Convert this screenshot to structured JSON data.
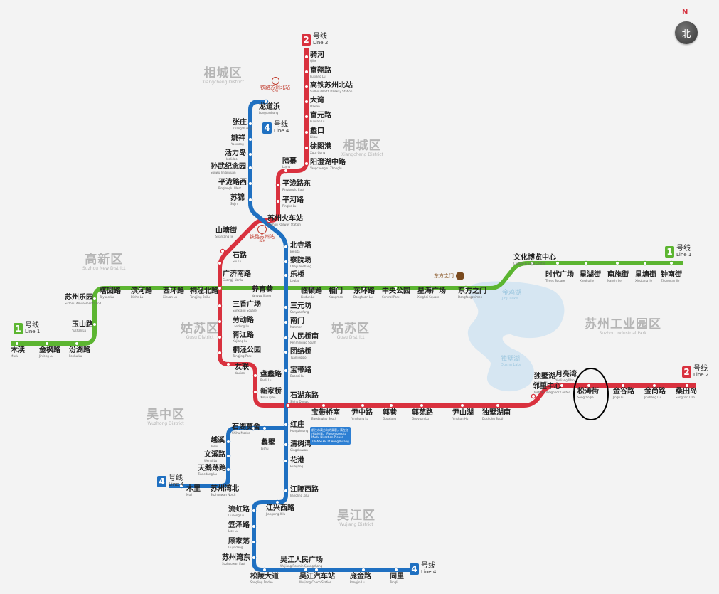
{
  "compass": {
    "n": "N",
    "label": "北"
  },
  "districts": [
    {
      "cn": "相城区",
      "en": "Xiangcheng District"
    },
    {
      "cn": "相城区",
      "en": "Xiangcheng District"
    },
    {
      "cn": "高新区",
      "en": "Suzhou New District"
    },
    {
      "cn": "姑苏区",
      "en": "Gusu District"
    },
    {
      "cn": "姑苏区",
      "en": "Gusu District"
    },
    {
      "cn": "苏州工业园区",
      "en": "Suzhou Industrial Park"
    },
    {
      "cn": "吴中区",
      "en": "Wuzhong District"
    },
    {
      "cn": "吴江区",
      "en": "Wujiang District"
    }
  ],
  "lakes": [
    {
      "cn": "金鸡湖",
      "en": "Jinji Lake"
    },
    {
      "cn": "独墅湖",
      "en": "Dushu Lake"
    }
  ],
  "line_colors": {
    "line1": "#5cb531",
    "line2": "#d9313e",
    "line4": "#1f70c1"
  },
  "line_labels": [
    {
      "num": "2",
      "cn": "号线",
      "en": "Line 2",
      "color": "#d9313e"
    },
    {
      "num": "4",
      "cn": "号线",
      "en": "Line 4",
      "color": "#1f70c1"
    },
    {
      "num": "1",
      "cn": "号线",
      "en": "Line 1",
      "color": "#5cb531"
    },
    {
      "num": "1",
      "cn": "号线",
      "en": "Line 1",
      "color": "#5cb531"
    },
    {
      "num": "2",
      "cn": "号线",
      "en": "Line 2",
      "color": "#d9313e"
    },
    {
      "num": "4",
      "cn": "号线",
      "en": "Line 4",
      "color": "#1f70c1"
    },
    {
      "num": "4",
      "cn": "号线",
      "en": "Line 4",
      "color": "#1f70c1"
    }
  ],
  "pois": [
    {
      "cn": "铁路苏州北站",
      "en": "SZB"
    },
    {
      "cn": "铁路苏州站",
      "en": "SZH"
    },
    {
      "cn": "东方之门",
      "en": "Oriental Gate"
    }
  ],
  "note": "前往木渎方向的乘客，请在红庄站换乘。 Passengers to Mudu Direction Please TRANSFER at Hongzhuang",
  "stations": [
    {
      "cn": "骑河",
      "en": "Qihe"
    },
    {
      "cn": "富翔路",
      "en": "Fuxiang Lu"
    },
    {
      "cn": "高铁苏州北站",
      "en": "Suzhou North Railway Station"
    },
    {
      "cn": "大湾",
      "en": "Dawan"
    },
    {
      "cn": "富元路",
      "en": "Fuyuan Lu"
    },
    {
      "cn": "蠡口",
      "en": "Likou"
    },
    {
      "cn": "徐图港",
      "en": "Xutu Gang"
    },
    {
      "cn": "阳澄湖中路",
      "en": "Yangchenghu Zhonglu"
    },
    {
      "cn": "陆慕",
      "en": "Lumu"
    },
    {
      "cn": "平泷路东",
      "en": "Pinglonglu East"
    },
    {
      "cn": "平河路",
      "en": "Pinghe Lu"
    },
    {
      "cn": "苏州火车站",
      "en": "Suzhou Railway Station"
    },
    {
      "cn": "山塘街",
      "en": "Shantang Jie"
    },
    {
      "cn": "石路",
      "en": "Shi Lu"
    },
    {
      "cn": "广济南路",
      "en": "Guangji Nanlu"
    },
    {
      "cn": "养育巷",
      "en": "Yangyu Xiang"
    },
    {
      "cn": "三香广场",
      "en": "Sanxiang Square"
    },
    {
      "cn": "劳动路",
      "en": "Laodong Lu"
    },
    {
      "cn": "胥江路",
      "en": "Xujiang Lu"
    },
    {
      "cn": "桐泾公园",
      "en": "Tongjing Park"
    },
    {
      "cn": "友联",
      "en": "Youlian"
    },
    {
      "cn": "盘蠡路",
      "en": "Panli Lu"
    },
    {
      "cn": "新家桥",
      "en": "Xinjia Qiao"
    },
    {
      "cn": "石湖东路",
      "en": "Shihu Donglu"
    },
    {
      "cn": "宝带桥南",
      "en": "Baodaiqiao South"
    },
    {
      "cn": "尹中路",
      "en": "Yinzhong Lu"
    },
    {
      "cn": "郭巷",
      "en": "Guoxiang"
    },
    {
      "cn": "郭苑路",
      "en": "Guoyuan Lu"
    },
    {
      "cn": "尹山湖",
      "en": "Yinshan Hu"
    },
    {
      "cn": "独墅湖南",
      "en": "Dushuhu South"
    },
    {
      "cn": "独墅湖",
      "en": "Dushu Hu"
    },
    {
      "cn": "邻里中心",
      "en": "Dushuhu Neighbor Center"
    },
    {
      "cn": "月亮湾",
      "en": "Yueliang Wan"
    },
    {
      "cn": "松涛街",
      "en": "Songtao Jie"
    },
    {
      "cn": "金谷路",
      "en": "Jingu Lu"
    },
    {
      "cn": "金尚路",
      "en": "Jinshang Lu"
    },
    {
      "cn": "桑田岛",
      "en": "Sangtian Dao"
    },
    {
      "cn": "木渎",
      "en": "Mudu"
    },
    {
      "cn": "金枫路",
      "en": "Jinfeng Lu"
    },
    {
      "cn": "汾湖路",
      "en": "Fenhu Lu"
    },
    {
      "cn": "玉山路",
      "en": "Yushan Lu"
    },
    {
      "cn": "苏州乐园",
      "en": "Suzhou Amusement Land"
    },
    {
      "cn": "塔园路",
      "en": "Tayuan Lu"
    },
    {
      "cn": "滨河路",
      "en": "Binhe Lu"
    },
    {
      "cn": "西环路",
      "en": "Xihuan Lu"
    },
    {
      "cn": "桐泾北路",
      "en": "Tongjing Beilu"
    },
    {
      "cn": "临顿路",
      "en": "Lindun Lu"
    },
    {
      "cn": "相门",
      "en": "Xiangmen"
    },
    {
      "cn": "东环路",
      "en": "Donghuan Lu"
    },
    {
      "cn": "中央公园",
      "en": "Central Park"
    },
    {
      "cn": "星海广场",
      "en": "Xinghai Square"
    },
    {
      "cn": "东方之门",
      "en": "Dongfangzhimen"
    },
    {
      "cn": "文化博览中心",
      "en": "Culture & Expo Centre"
    },
    {
      "cn": "时代广场",
      "en": "Times Square"
    },
    {
      "cn": "星湖街",
      "en": "Xinghu Jie"
    },
    {
      "cn": "南施街",
      "en": "Nanshi Jie"
    },
    {
      "cn": "星塘街",
      "en": "Xingtang Jie"
    },
    {
      "cn": "钟南街",
      "en": "Zhongnan Jie"
    },
    {
      "cn": "龙道浜",
      "en": "Longdaobang"
    },
    {
      "cn": "张庄",
      "en": "Zhangzhuang"
    },
    {
      "cn": "姚祥",
      "en": "Yaoxiang"
    },
    {
      "cn": "活力岛",
      "en": "Huolidao"
    },
    {
      "cn": "孙武纪念园",
      "en": "Sunwu Jinianyuan"
    },
    {
      "cn": "平泷路西",
      "en": "Pinglonglu West"
    },
    {
      "cn": "苏锦",
      "en": "Sujin"
    },
    {
      "cn": "北寺塔",
      "en": "Beisita"
    },
    {
      "cn": "察院场",
      "en": "Chayuanchang"
    },
    {
      "cn": "乐桥",
      "en": "Leqiao"
    },
    {
      "cn": "三元坊",
      "en": "Sanyuanfang"
    },
    {
      "cn": "南门",
      "en": "Nanmen"
    },
    {
      "cn": "人民桥南",
      "en": "Renminqiao South"
    },
    {
      "cn": "团结桥",
      "en": "Tuanjieqiao"
    },
    {
      "cn": "宝带路",
      "en": "Baodai Lu"
    },
    {
      "cn": "红庄",
      "en": "Hongzhuang"
    },
    {
      "cn": "石湖莫舍",
      "en": "Shihu Moshe"
    },
    {
      "cn": "越溪",
      "en": "Yuexi"
    },
    {
      "cn": "文溪路",
      "en": "Wenxi Lu"
    },
    {
      "cn": "天鹅荡路",
      "en": "Tianedang Lu"
    },
    {
      "cn": "苏州湾北",
      "en": "Suzhouwan North"
    },
    {
      "cn": "木里",
      "en": "Muli"
    },
    {
      "cn": "蠡墅",
      "en": "Lishu"
    },
    {
      "cn": "清树湾",
      "en": "Qingshuwan"
    },
    {
      "cn": "花港",
      "en": "Huagang"
    },
    {
      "cn": "江陵西路",
      "en": "Jiangling Xilu"
    },
    {
      "cn": "江兴西路",
      "en": "Jiangxing Xilu"
    },
    {
      "cn": "流虹路",
      "en": "Liuhong Lu"
    },
    {
      "cn": "笠泽路",
      "en": "Lize Lu"
    },
    {
      "cn": "顾家荡",
      "en": "Gujiadang"
    },
    {
      "cn": "苏州湾东",
      "en": "Suzhouwan East"
    },
    {
      "cn": "松陵大道",
      "en": "Songling Dadao"
    },
    {
      "cn": "吴江人民广场",
      "en": "Wujiang Renmin Guangchang"
    },
    {
      "cn": "吴江汽车站",
      "en": "Wujiang Coach Station"
    },
    {
      "cn": "庞金路",
      "en": "Pangjin Lu"
    },
    {
      "cn": "同里",
      "en": "Tongli"
    }
  ]
}
